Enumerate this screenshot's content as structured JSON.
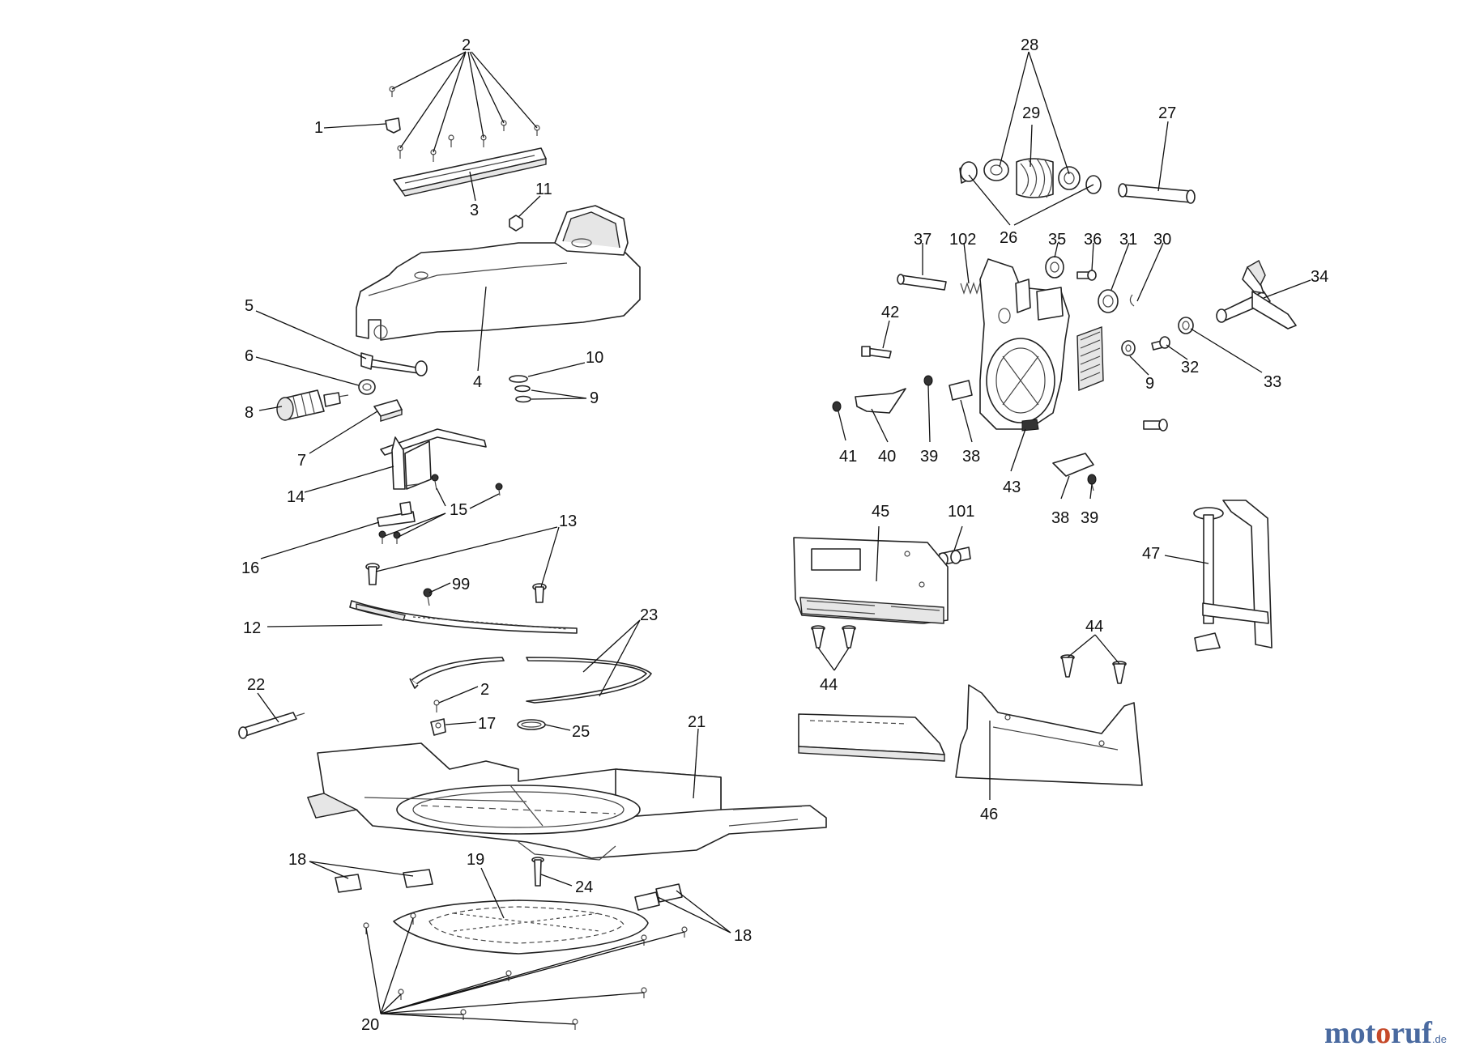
{
  "labels": [
    "1",
    "2",
    "3",
    "4",
    "5",
    "6",
    "7",
    "8",
    "9",
    "10",
    "11",
    "12",
    "13",
    "14",
    "15",
    "16",
    "17",
    "18",
    "19",
    "20",
    "21",
    "22",
    "23",
    "24",
    "25",
    "26",
    "27",
    "28",
    "29",
    "30",
    "31",
    "32",
    "33",
    "34",
    "35",
    "36",
    "37",
    "38",
    "39",
    "40",
    "41",
    "42",
    "43",
    "44",
    "45",
    "46",
    "47",
    "99",
    "101",
    "102"
  ],
  "watermark": {
    "part1": "mot",
    "part2": "o",
    "part3": "ruf",
    "tld": ".de"
  },
  "colors": {
    "line": "#222222",
    "brand_blue": "#4a6aa0",
    "brand_orange": "#c64a2a"
  }
}
